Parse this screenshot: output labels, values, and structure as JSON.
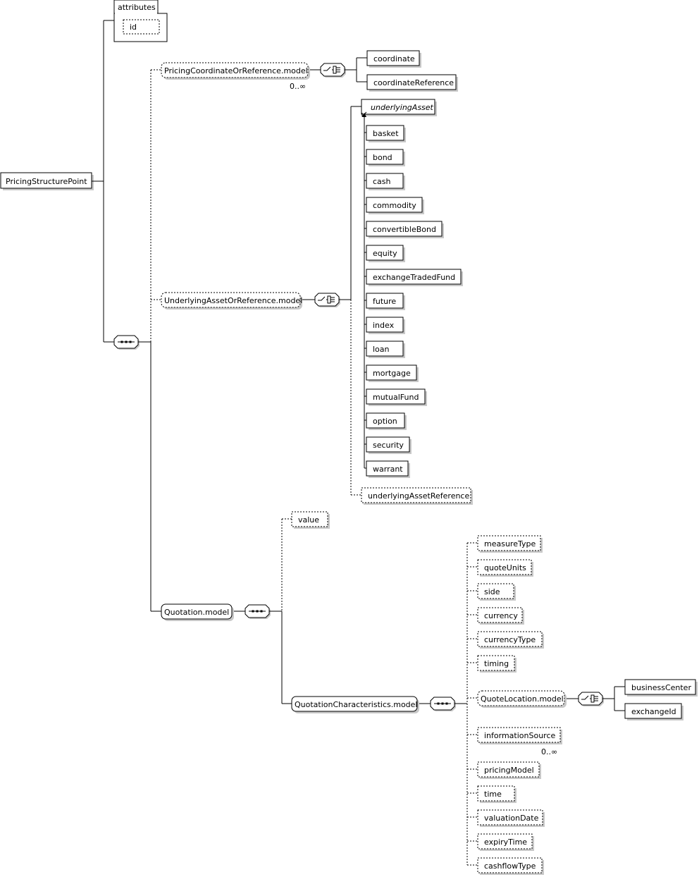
{
  "root": {
    "label": "PricingStructurePoint"
  },
  "attributes": {
    "title": "attributes",
    "items": [
      "id"
    ]
  },
  "pricing_coordinate": {
    "group": "PricingCoordinateOrReference.model",
    "cardinality": "0..∞",
    "choices": [
      "coordinate",
      "coordinateReference"
    ]
  },
  "underlying": {
    "group": "UnderlyingAssetOrReference.model",
    "abstract": "underlyingAsset",
    "substitutions": [
      "basket",
      "bond",
      "cash",
      "commodity",
      "convertibleBond",
      "equity",
      "exchangeTradedFund",
      "future",
      "index",
      "loan",
      "mortgage",
      "mutualFund",
      "option",
      "security",
      "warrant"
    ],
    "reference": "underlyingAssetReference"
  },
  "quotation": {
    "group": "Quotation.model",
    "value": "value",
    "characteristics": {
      "group": "QuotationCharacteristics.model",
      "items": [
        "measureType",
        "quoteUnits",
        "side",
        "currency",
        "currencyType",
        "timing",
        "QuoteLocation.model",
        "informationSource",
        "pricingModel",
        "time",
        "valuationDate",
        "expiryTime",
        "cashflowType"
      ],
      "info_cardinality": "0..∞",
      "quote_location": {
        "choices": [
          "businessCenter",
          "exchangeId"
        ]
      }
    }
  }
}
